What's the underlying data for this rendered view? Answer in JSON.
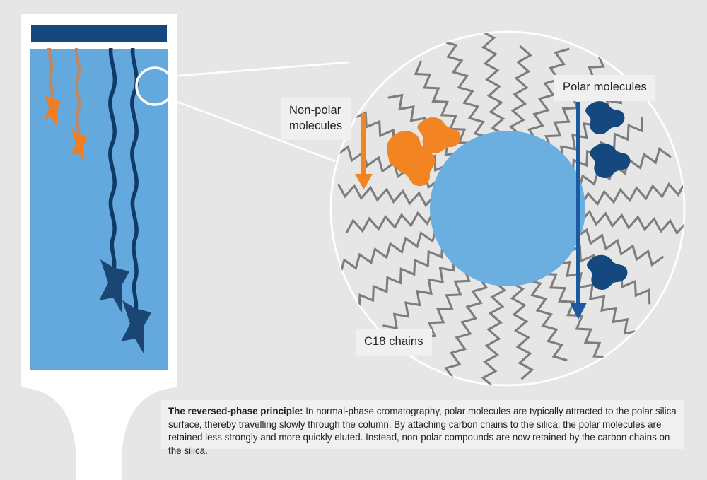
{
  "figure": {
    "background_color": "#e6e6e6",
    "label_box_color": "#f0f0f0",
    "text_color": "#231f20"
  },
  "labels": {
    "nonpolar": "Non-polar\nmolecules",
    "polar": "Polar molecules",
    "c18": "C18 chains"
  },
  "caption": {
    "lead": "The reversed-phase principle:",
    "body": " In normal-phase cromatography, polar molecules are typically attracted to the polar silica surface, thereby travelling slowly through the column. By attaching carbon chains to the silica, the polar molecules are retained less strongly and more quickly eluted. Instead, non-polar compounds are now retained by the carbon chains on the silica."
  },
  "column": {
    "header_bar_color": "#14487f",
    "packing_color": "#64a9de",
    "packing_highlight_color": "#84bce8",
    "frame_color": "#ffffff",
    "nonpolar_path_color": "#b98a6a",
    "nonpolar_arrow_color": "#f07d21",
    "polar_path_color": "#123a66",
    "magnifier_ring_color": "#ffffff",
    "nonpolar_track_count": 2,
    "polar_track_count": 2
  },
  "magnified": {
    "boundary_circle_color": "#ffffff",
    "silica_particle_color": "#6aafe0",
    "c18_chain_color": "#7d7d7d",
    "nonpolar_molecule_color": "#f28421",
    "polar_molecule_color": "#14487f",
    "nonpolar_arrow_color": "#f28421",
    "polar_arrow_color": "#1b5a9e",
    "c18_chain_count": 28,
    "nonpolar_molecule_count": 3,
    "polar_molecule_count": 3
  }
}
